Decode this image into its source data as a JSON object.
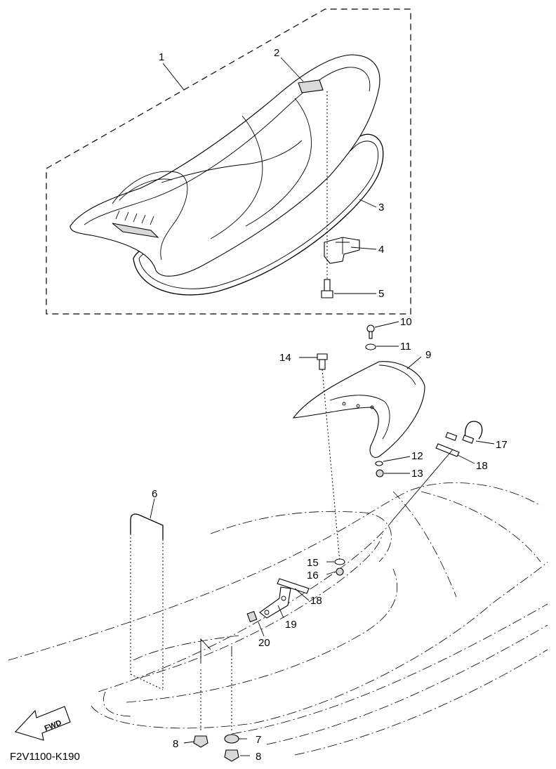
{
  "diagram": {
    "drawing_code": "F2V1100-K190",
    "direction_label": "FWD",
    "callouts": [
      "1",
      "2",
      "3",
      "4",
      "5",
      "6",
      "7",
      "8",
      "8",
      "9",
      "10",
      "11",
      "12",
      "13",
      "14",
      "15",
      "16",
      "17",
      "18",
      "18",
      "19",
      "20"
    ]
  }
}
